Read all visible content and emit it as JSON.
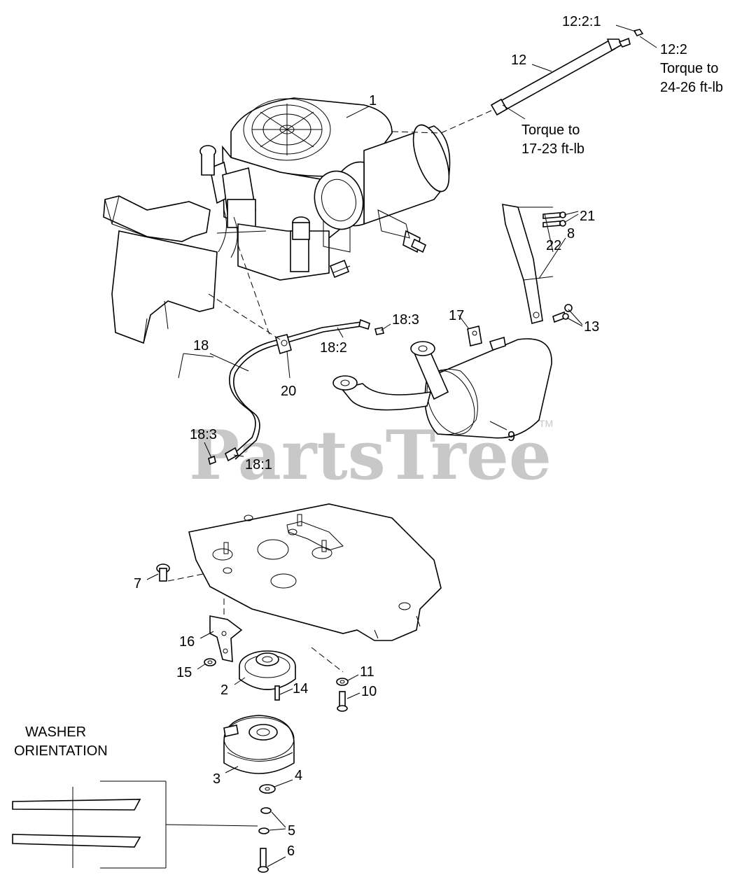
{
  "watermark": {
    "text": "PartsTree",
    "tm": "TM"
  },
  "callouts": {
    "c12_2_1": "12:2:1",
    "c12_2": "12:2",
    "torque_upper": [
      "Torque to",
      "24-26 ft-lb"
    ],
    "c12": "12",
    "torque_lower": [
      "Torque to",
      "17-23 ft-lb"
    ],
    "c1": "1",
    "c22": "22",
    "c21": "21",
    "c8": "8",
    "c17": "17",
    "c13": "13",
    "c18_3_top": "18:3",
    "c18_2": "18:2",
    "c18": "18",
    "c20": "20",
    "c9": "9",
    "c18_3_bottom": "18:3",
    "c18_1": "18:1",
    "c7": "7",
    "c16": "16",
    "c15": "15",
    "c2": "2",
    "c14": "14",
    "c11": "11",
    "c10": "10",
    "c3": "3",
    "c4": "4",
    "c5": "5",
    "c6": "6"
  },
  "washer_orientation": [
    "WASHER",
    "ORIENTATION"
  ]
}
